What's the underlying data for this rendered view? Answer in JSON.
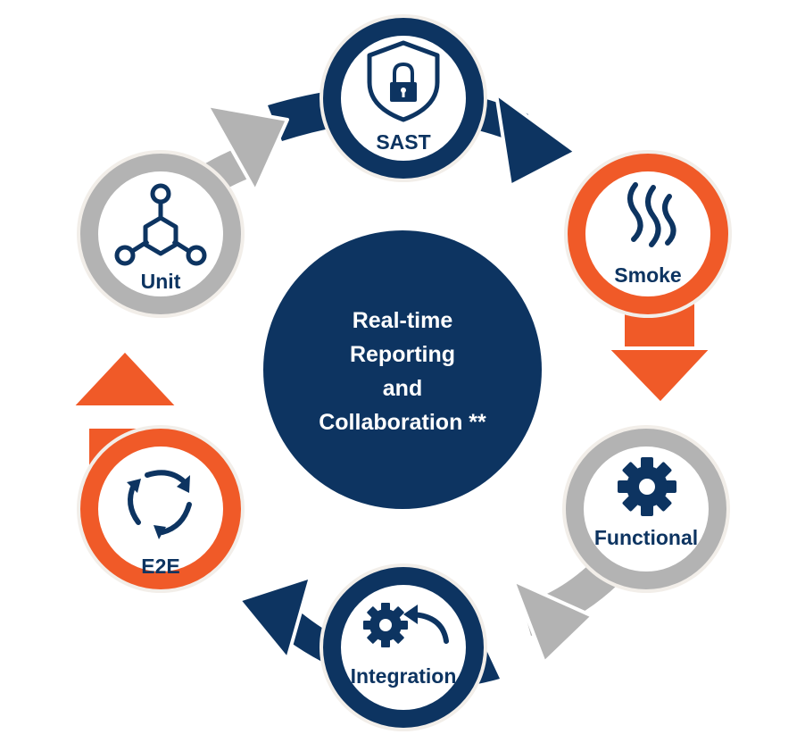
{
  "center": {
    "lines": [
      "Real-time",
      "Reporting",
      "and",
      "Collaboration **"
    ]
  },
  "nodes": [
    {
      "id": "sast",
      "label": "SAST",
      "icon": "shield-lock-icon",
      "ring_color": "#0d3461"
    },
    {
      "id": "smoke",
      "label": "Smoke",
      "icon": "smoke-icon",
      "ring_color": "#f05a28"
    },
    {
      "id": "functional",
      "label": "Functional",
      "icon": "gear-icon",
      "ring_color": "#b3b3b3"
    },
    {
      "id": "integration",
      "label": "Integration",
      "icon": "gear-return-arrow-icon",
      "ring_color": "#0d3461"
    },
    {
      "id": "e2e",
      "label": "E2E",
      "icon": "cycle-arrows-icon",
      "ring_color": "#f05a28"
    },
    {
      "id": "unit",
      "label": "Unit",
      "icon": "molecule-icon",
      "ring_color": "#b3b3b3"
    }
  ],
  "colors": {
    "navy": "#0d3461",
    "orange": "#f05a28",
    "gray": "#b3b3b3",
    "white": "#ffffff"
  }
}
